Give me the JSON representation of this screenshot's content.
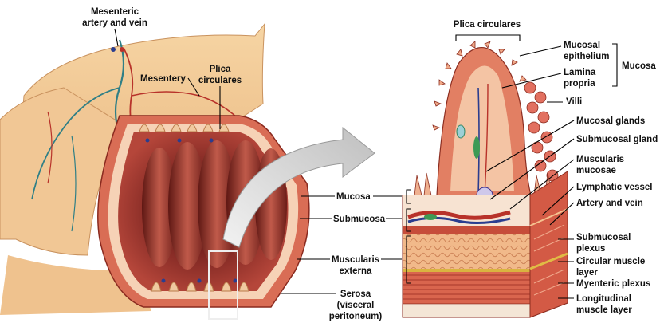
{
  "left_labels": {
    "mesenteric_1": "Mesenteric",
    "mesenteric_2": "artery and vein",
    "mesentery": "Mesentery",
    "plica_1": "Plica",
    "plica_2": "circulares"
  },
  "middle_labels": {
    "mucosa": "Mucosa",
    "submucosa": "Submucosa",
    "muscularis_1": "Muscularis",
    "muscularis_2": "externa",
    "serosa_1": "Serosa",
    "serosa_2": "(visceral",
    "serosa_3": "peritoneum)"
  },
  "right_labels": {
    "plica_top": "Plica circulares",
    "mucosal_epi_1": "Mucosal",
    "mucosal_epi_2": "epithelium",
    "mucosa_group": "Mucosa",
    "lamina_1": "Lamina",
    "lamina_2": "propria",
    "villi": "Villi",
    "mucosal_glands": "Mucosal glands",
    "submucosal_gland": "Submucosal gland",
    "musc_mucosae_1": "Muscularis",
    "musc_mucosae_2": "mucosae",
    "lymphatic": "Lymphatic vessel",
    "artery_vein": "Artery and vein",
    "submucosal_plexus_1": "Submucosal",
    "submucosal_plexus_2": "plexus",
    "circular_1": "Circular muscle",
    "circular_2": "layer",
    "myenteric": "Myenteric plexus",
    "longitudinal_1": "Longitudinal",
    "longitudinal_2": "muscle layer"
  }
}
